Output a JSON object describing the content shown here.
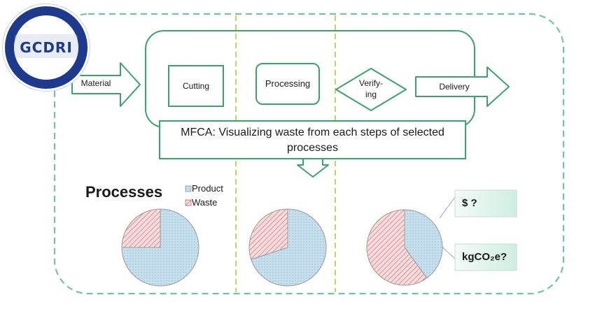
{
  "logo": {
    "text": "GCDRI"
  },
  "flow": {
    "material": "Material",
    "cutting": "Cutting",
    "processing": "Processing",
    "verifying_line1": "Verify-",
    "verifying_line2": "ing",
    "delivery": "Delivery"
  },
  "callout": {
    "line1": "MFCA: Visualizing waste from each steps of selected",
    "line2": "processes"
  },
  "processes": {
    "title": "Processes",
    "legend": [
      {
        "label": "Product",
        "swatch": "dots"
      },
      {
        "label": "Waste",
        "swatch": "hatch"
      }
    ]
  },
  "pies": [
    {
      "product": 0.75,
      "waste": 0.25
    },
    {
      "product": 0.7,
      "waste": 0.3
    },
    {
      "product": 0.4,
      "waste": 0.6
    }
  ],
  "outputs": {
    "cost": "$ ?",
    "carbon": "kgCO₂e?"
  },
  "colors": {
    "green": "#3aa56b",
    "dashed": "#6fc4a6",
    "divider": "#b8c640",
    "product_fill": "#c9e2ef",
    "waste_fill": "#f6d6d6",
    "waste_hatch": "#d97d84",
    "output_box": "#dff2ec"
  }
}
